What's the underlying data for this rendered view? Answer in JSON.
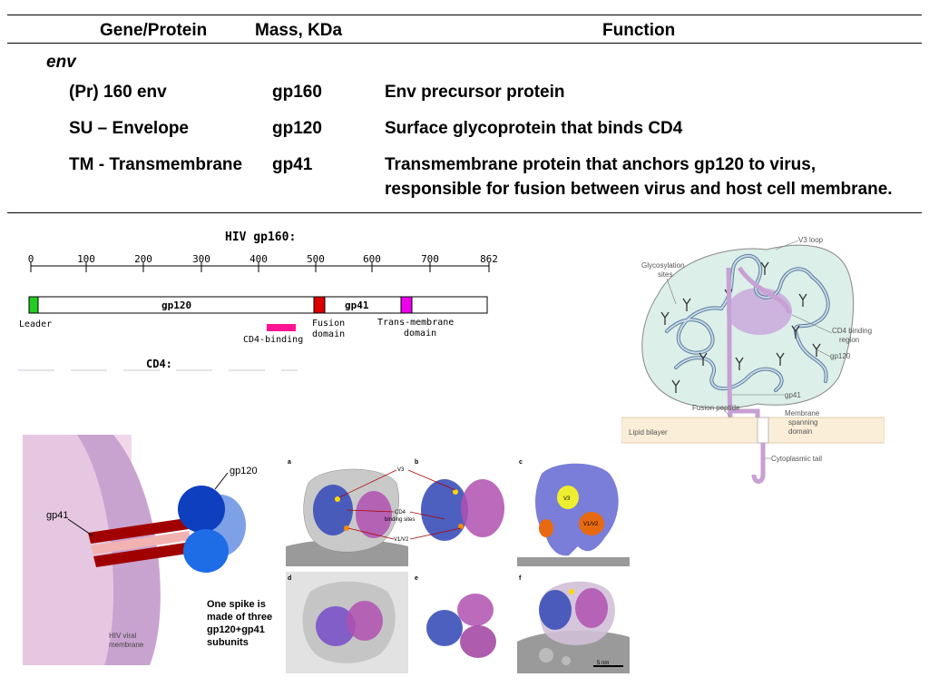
{
  "table": {
    "headers": {
      "gene": "Gene/Protein",
      "mass": "Mass, KDa",
      "function": "Function"
    },
    "group_label": "env",
    "rows": [
      {
        "gene": "(Pr) 160 env",
        "mass": "gp160",
        "function": "Env precursor protein"
      },
      {
        "gene": "SU – Envelope",
        "mass": "gp120",
        "function": "Surface glycoprotein that binds CD4"
      },
      {
        "gene": "TM - Transmembrane",
        "mass": "gp41",
        "function": "Transmembrane protein that anchors gp120 to virus,",
        "function_2": "responsible for fusion between virus and host cell membrane."
      }
    ]
  },
  "gp160_map": {
    "title": "HIV gp160:",
    "ticks": [
      "0",
      "100",
      "200",
      "300",
      "400",
      "500",
      "600",
      "700",
      "862"
    ],
    "segment_labels": {
      "gp120": "gp120",
      "gp41": "gp41"
    },
    "annotations": {
      "leader": "Leader",
      "cd4_binding": "CD4-binding",
      "fusion_1": "Fusion",
      "fusion_2": "domain",
      "tm_1": "Trans-membrane",
      "tm_2": "domain"
    },
    "cd4_label": "CD4:",
    "colors": {
      "leader": "#22cc22",
      "fusion": "#dd0000",
      "transmembrane": "#ee00ee",
      "cd4_binding": "#ff1493"
    }
  },
  "gp120_diagram": {
    "labels": {
      "v3_loop": "V3 loop",
      "glyco_1": "Glycosylation",
      "glyco_2": "sites",
      "cd4_region_1": "CD4 binding",
      "cd4_region_2": "region",
      "gp120": "gp120",
      "gp41": "gp41",
      "fusion_peptide": "Fusion peptide",
      "lipid_bilayer": "Lipid bilayer",
      "membrane_1": "Membrane",
      "membrane_2": "spanning",
      "membrane_3": "domain",
      "cyto_tail": "Cytoplasmic tail"
    }
  },
  "spike_cartoon": {
    "gp120_label": "gp120",
    "gp41_label": "gp41",
    "membrane_1": "HIV viral",
    "membrane_2": "membrane",
    "caption": [
      "One spike is",
      "made of three",
      "gp120+gp41",
      "subunits"
    ]
  },
  "structure_panels": {
    "letters": [
      "a",
      "b",
      "c",
      "d",
      "e",
      "f"
    ],
    "labels": {
      "v3": "V3",
      "cd4_1": "CD4",
      "cd4_2": "binding sites",
      "v1v2": "V1/V2",
      "c_v3": "V3",
      "c_v1v2": "V1/V2",
      "scale": "5 nm"
    }
  }
}
